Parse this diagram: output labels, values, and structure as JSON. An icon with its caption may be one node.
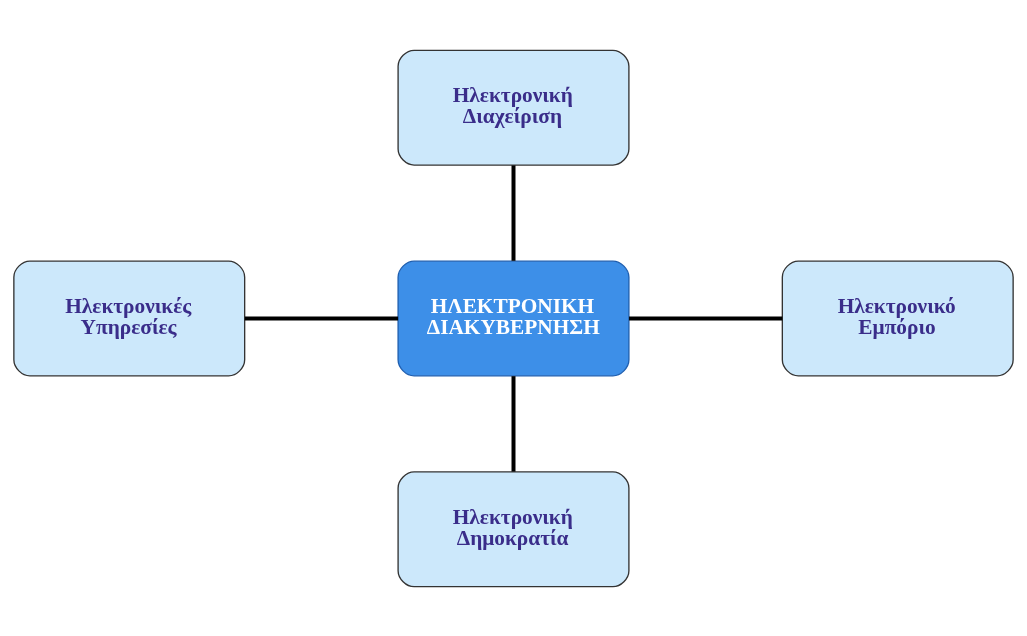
{
  "diagram": {
    "nodes": [
      {
        "text": [
          "Ηλεκτρονική Διαχείριση"
        ]
      },
      {
        "text": [
          "Ηλεκτρονικές Υπηρεσίες"
        ]
      },
      {
        "text": [
          "ΗΛΕΚΤΡΟΝΙΚΗ ΔΙΑΚΥΒΕΡΝΗΣΗ"
        ]
      },
      {
        "text": [
          "Ηλεκτρονικό Εμπόριο"
        ]
      },
      {
        "text": [
          "Ηλεκτρονική Δημοκρατία"
        ]
      }
    ],
    "edges": [
      {
        "from": 0,
        "to": 2,
        "arrow": "none"
      },
      {
        "from": 1,
        "to": 2,
        "arrow": "none"
      },
      {
        "from": 2,
        "to": 3,
        "arrow": "none"
      },
      {
        "from": 2,
        "to": 4,
        "arrow": "none"
      }
    ]
  }
}
